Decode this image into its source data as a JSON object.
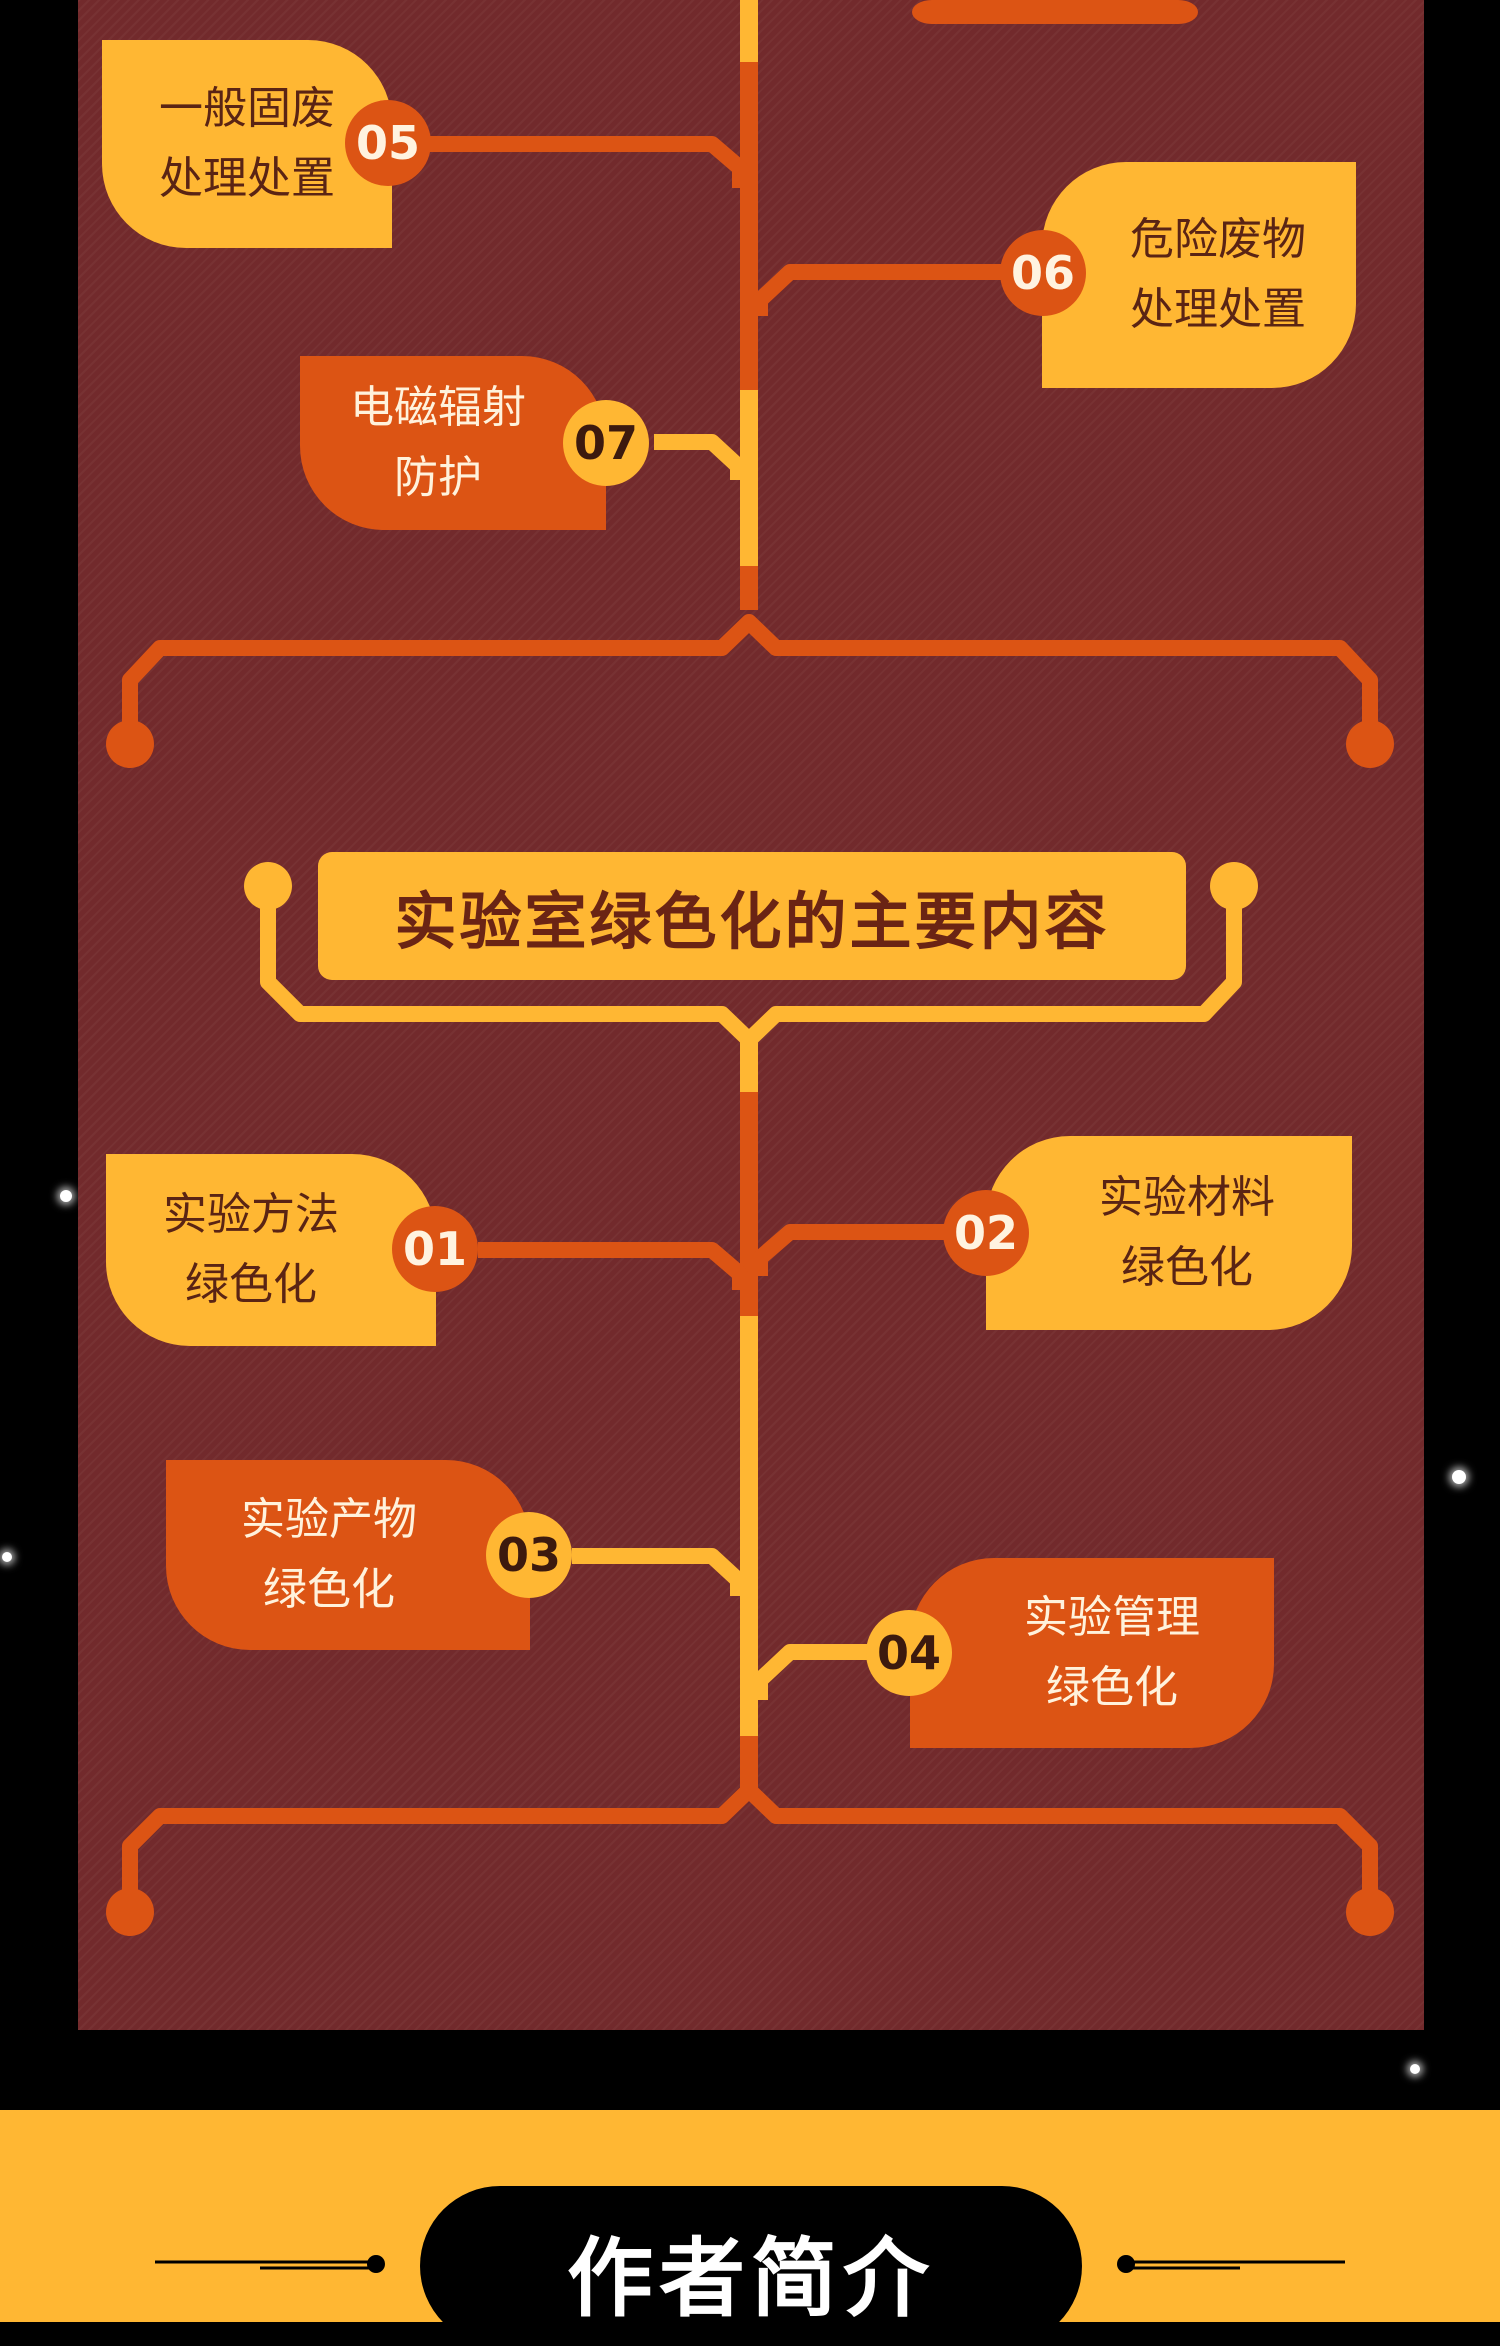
{
  "colors": {
    "maroon": "#722a2c",
    "orange": "#dc5414",
    "yellow": "#ffb733",
    "black": "#000000"
  },
  "section_top": {
    "items": [
      {
        "number": "05",
        "label": "一般固废\n处理处置",
        "style": "yellow"
      },
      {
        "number": "06",
        "label": "危险废物\n处理处置",
        "style": "yellow"
      },
      {
        "number": "07",
        "label": "电磁辐射\n防护",
        "style": "orange"
      }
    ]
  },
  "section_green": {
    "title": "实验室绿色化的主要内容",
    "items": [
      {
        "number": "01",
        "label": "实验方法\n绿色化",
        "style": "yellow"
      },
      {
        "number": "02",
        "label": "实验材料\n绿色化",
        "style": "yellow"
      },
      {
        "number": "03",
        "label": "实验产物\n绿色化",
        "style": "orange"
      },
      {
        "number": "04",
        "label": "实验管理\n绿色化",
        "style": "orange"
      }
    ]
  },
  "author": {
    "title": "作者简介"
  }
}
